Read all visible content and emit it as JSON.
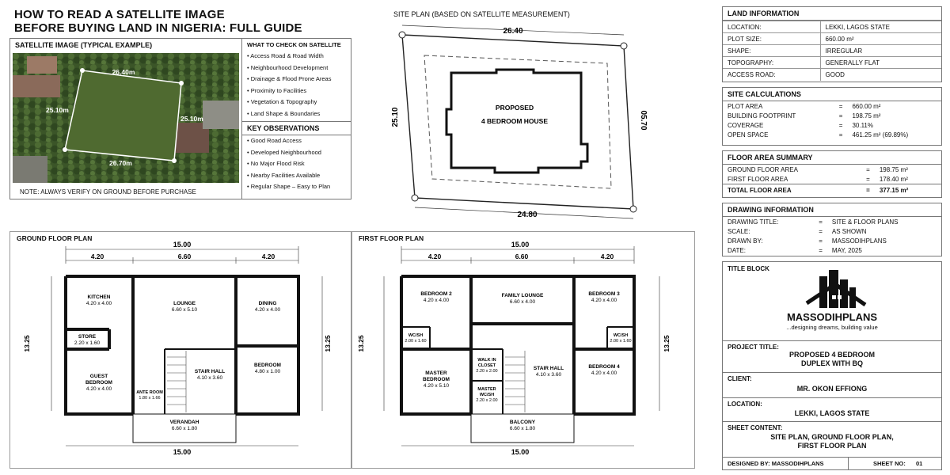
{
  "title": {
    "line1": "HOW TO READ A SATELLITE IMAGE",
    "line2": "BEFORE BUYING LAND IN NIGERIA: FULL GUIDE"
  },
  "satellite": {
    "header": "SATELLITE IMAGE (TYPICAL EXAMPLE)",
    "dims": {
      "top": "26.40m",
      "left": "25.10m",
      "right": "25.10m",
      "bottom": "26.70m"
    },
    "note": "NOTE: ALWAYS VERIFY ON GROUND BEFORE PURCHASE"
  },
  "checks": {
    "header": "WHAT TO CHECK ON SATELLITE",
    "items": [
      "Access Road & Road Width",
      "Neighbourhood Development",
      "Drainage & Flood Prone Areas",
      "Proximity to Facilities",
      "Vegetation & Topography",
      "Land Shape & Boundaries"
    ]
  },
  "observations": {
    "header": "KEY OBSERVATIONS",
    "items": [
      "Good Road Access",
      "Developed Neighbourhood",
      "No Major Flood Risk",
      "Nearby Facilities Available",
      "Regular Shape – Easy to Plan"
    ]
  },
  "site_plan": {
    "header": "SITE PLAN (BASED ON SATELLITE MEASUREMENT)",
    "dim_top": "26.40",
    "dim_bottom": "24.80",
    "dim_left": "25.10",
    "dim_right": "05.70",
    "house_line1": "PROPOSED",
    "house_line2": "4 BEDROOM HOUSE"
  },
  "land_info": {
    "header": "LAND INFORMATION",
    "rows": [
      {
        "k": "LOCATION:",
        "v": "LEKKI, LAGOS STATE"
      },
      {
        "k": "PLOT SIZE:",
        "v": "660.00 m²"
      },
      {
        "k": "SHAPE:",
        "v": "IRREGULAR"
      },
      {
        "k": "TOPOGRAPHY:",
        "v": "GENERALLY FLAT"
      },
      {
        "k": "ACCESS ROAD:",
        "v": "GOOD"
      }
    ]
  },
  "site_calc": {
    "header": "SITE CALCULATIONS",
    "rows": [
      {
        "k": "PLOT AREA",
        "v": "660.00 m²"
      },
      {
        "k": "BUILDING FOOTPRINT",
        "v": "198.75 m²"
      },
      {
        "k": "COVERAGE",
        "v": "30.11%"
      },
      {
        "k": "OPEN SPACE",
        "v": "461.25 m² (69.89%)"
      }
    ]
  },
  "floor_area": {
    "header": "FLOOR AREA SUMMARY",
    "rows": [
      {
        "k": "GROUND FLOOR AREA",
        "v": "198.75 m²"
      },
      {
        "k": "FIRST FLOOR AREA",
        "v": "178.40 m²"
      }
    ],
    "total_k": "TOTAL FLOOR AREA",
    "total_v": "377.15 m²"
  },
  "drawing_info": {
    "header": "DRAWING INFORMATION",
    "rows": [
      {
        "k": "DRAWING TITLE:",
        "v": "SITE & FLOOR PLANS"
      },
      {
        "k": "SCALE:",
        "v": "AS SHOWN"
      },
      {
        "k": "DRAWN BY:",
        "v": "MASSODIHPLANS"
      },
      {
        "k": "DATE:",
        "v": "MAY, 2025"
      }
    ]
  },
  "title_block": {
    "header": "TITLE BLOCK",
    "brand": "MASSODIHPLANS",
    "tagline": "...designing dreams, building value",
    "project_label": "PROJECT TITLE:",
    "project_line1": "PROPOSED 4 BEDROOM",
    "project_line2": "DUPLEX WITH BQ",
    "client_label": "CLIENT:",
    "client": "MR. OKON EFFIONG",
    "location_label": "LOCATION:",
    "location": "LEKKI, LAGOS STATE",
    "sheet_label": "SHEET CONTENT:",
    "sheet_line1": "SITE PLAN, GROUND FLOOR PLAN,",
    "sheet_line2": "FIRST FLOOR PLAN",
    "designed_by": "DESIGNED BY: MASSODIHPLANS",
    "sheet_no_label": "SHEET NO:",
    "sheet_no": "01"
  },
  "ground_floor": {
    "header": "GROUND FLOOR PLAN",
    "dim_total": "15.00",
    "dim_a": "4.20",
    "dim_b": "6.60",
    "dim_c": "4.20",
    "dim_side": "13.25",
    "rooms": {
      "kitchen": "KITCHEN",
      "kitchen_d": "4.20 x 4.00",
      "store": "STORE",
      "store_d": "2.20 x 1.60",
      "guest": "GUEST",
      "guest2": "BEDROOM",
      "guest_d": "4.20 x 4.00",
      "lounge": "LOUNGE",
      "lounge_d": "6.60 x 5.10",
      "dining": "DINING",
      "dining_d": "4.20 x 4.00",
      "stair": "STAIR HALL",
      "stair_d": "4.10 x 3.60",
      "bedroom": "BEDROOM",
      "bedroom_d": "4.80 x 1.00",
      "ante": "ANTE ROOM",
      "ante_d": "1.80 x 1.66",
      "verandah": "VERANDAH",
      "verandah_d": "6.60 x 1.80"
    }
  },
  "first_floor": {
    "header": "FIRST FLOOR PLAN",
    "dim_total": "15.00",
    "dim_a": "4.20",
    "dim_b": "6.60",
    "dim_c": "4.20",
    "dim_side": "13.25",
    "rooms": {
      "bed2": "BEDROOM 2",
      "bed2_d": "4.20 x 4.00",
      "family": "FAMILY LOUNGE",
      "family_d": "6.60 x 4.00",
      "bed3": "BEDROOM 3",
      "bed3_d": "4.20 x 4.00",
      "wc1": "WC/SH",
      "wc1_d": "2.00 x 1.60",
      "wc2": "WC/SH",
      "wc2_d": "2.00 x 1.60",
      "master": "MASTER",
      "master2": "BEDROOM",
      "master_d": "4.20 x 5.10",
      "walkin": "WALK IN",
      "walkin2": "CLOSET",
      "walkin_d": "2.20 x 2.00",
      "mwc": "MASTER",
      "mwc2": "WC/SH",
      "mwc_d": "2.20 x 2.00",
      "stair": "STAIR HALL",
      "stair_d": "4.10 x 3.60",
      "bed4": "BEDROOM 4",
      "bed4_d": "4.20 x 4.00",
      "balcony": "BALCONY",
      "balcony_d": "6.60 x 1.80"
    }
  },
  "colors": {
    "wall": "#111111",
    "frame": "#777777",
    "satellite_green": "#3f5a2a"
  }
}
